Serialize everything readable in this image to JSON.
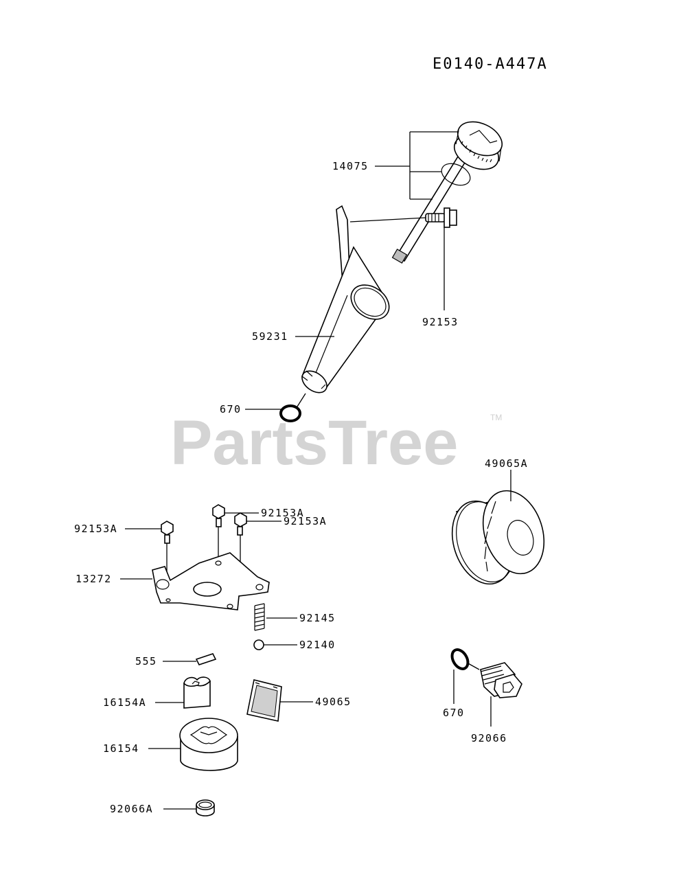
{
  "diagram_code": "E0140-A447A",
  "watermark": {
    "text": "PartsTree",
    "trademark": "TM"
  },
  "labels": {
    "p14075": "14075",
    "p92153": "92153",
    "p59231": "59231",
    "p670_top": "670",
    "p49065A": "49065A",
    "p92153A_1": "92153A",
    "p92153A_2": "92153A",
    "p92153A_3": "92153A",
    "p13272": "13272",
    "p92145": "92145",
    "p92140": "92140",
    "p555": "555",
    "p16154A": "16154A",
    "p49065": "49065",
    "p16154": "16154",
    "p92066A": "92066A",
    "p670_right": "670",
    "p92066": "92066"
  }
}
